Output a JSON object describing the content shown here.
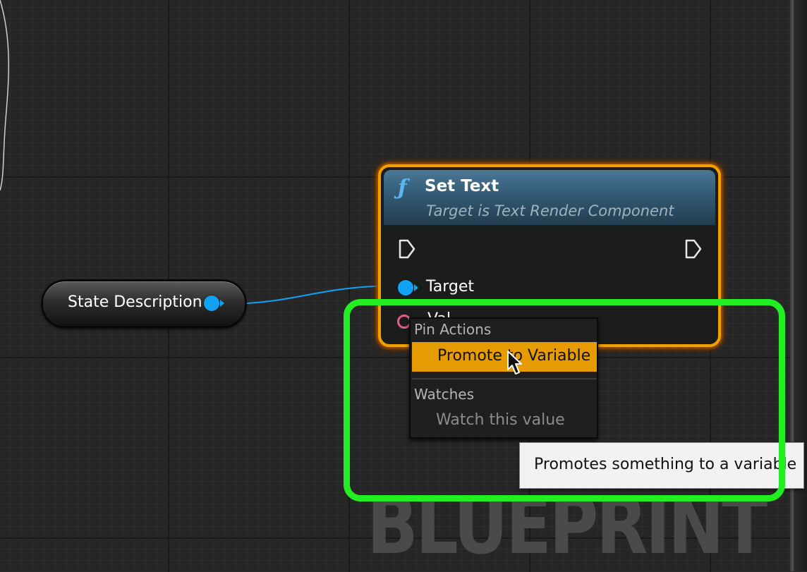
{
  "graph": {
    "watermark": "BLUEPRINT",
    "variable_node": {
      "label": "State Description"
    },
    "function_node": {
      "title": "Set Text",
      "subtitle": "Target is Text Render Component",
      "icon": "function-icon",
      "pins": [
        {
          "label": "Target",
          "type": "object",
          "color": "#10a3f5"
        },
        {
          "label": "Val",
          "type": "text",
          "color": "#e05a8a"
        }
      ]
    }
  },
  "context_menu": {
    "sections": [
      {
        "header": "Pin Actions",
        "items": [
          {
            "label": "Promote to Variable",
            "state": "hovered"
          }
        ]
      },
      {
        "header": "Watches",
        "items": [
          {
            "label": "Watch this value",
            "state": "disabled"
          }
        ]
      }
    ]
  },
  "tooltip": {
    "text": "Promotes something to a variable"
  },
  "highlight": {
    "color": "#22ee22"
  },
  "colors": {
    "node_border": "#f2a000",
    "menu_hover": "#e69c00",
    "pin_object": "#10a3f5"
  }
}
